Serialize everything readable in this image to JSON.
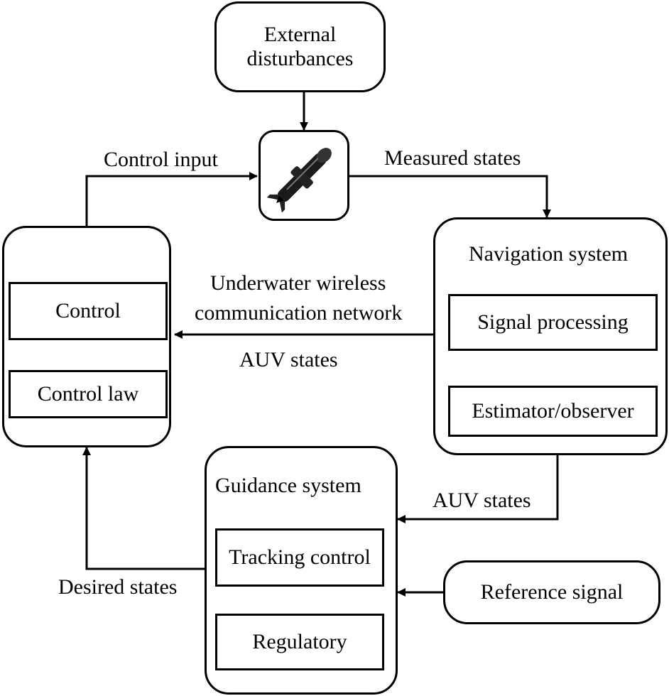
{
  "blocks": {
    "external_disturbances": "External\ndisturbances",
    "navigation_system": "Navigation system",
    "signal_processing": "Signal processing",
    "estimator_observer": "Estimator/observer",
    "control": "Control",
    "control_law": "Control law",
    "guidance_system": "Guidance system",
    "tracking_control": "Tracking control",
    "regulatory": "Regulatory",
    "reference_signal": "Reference signal"
  },
  "edge_labels": {
    "control_input": "Control input",
    "measured_states": "Measured states",
    "network_line1": "Underwater wireless",
    "network_line2": "communication network",
    "auv_states_left": "AUV states",
    "auv_states_right": "AUV states",
    "desired_states": "Desired states"
  },
  "icons": {
    "vehicle": "auv-icon"
  }
}
